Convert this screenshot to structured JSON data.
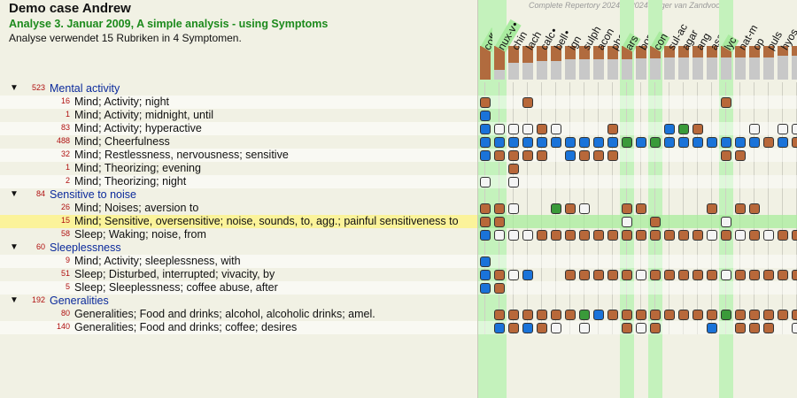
{
  "header": {
    "title": "Demo case Andrew",
    "subtitle": "Analyse 3. Januar 2009, A simple analysis - using Symptoms",
    "subinfo": "Analyse verwendet 15 Rubriken in 4 Symptomen.",
    "copyright": "Complete Repertory 2024 © 2024 Roger van Zandvoort"
  },
  "icons": {
    "collapse": "collapse-triangle-icon",
    "remedy_marker": "remedy-degree-square-icon"
  },
  "colors": {
    "degree_brown": "#b8683a",
    "degree_blue": "#1a73d9",
    "degree_green": "#3a9a3a",
    "degree_white": "#f4f4f4",
    "column_highlight": "#c4f2bc",
    "row_highlight": "#fbf39a",
    "group_label": "#0b2a9c",
    "count": "#b01010",
    "subtitle": "#1c8a1c"
  },
  "remedies": [
    {
      "name": "coff",
      "mark": "•",
      "highlight": true,
      "bar": 1.0
    },
    {
      "name": "nux-v",
      "mark": "•",
      "highlight": true,
      "bar": 0.72
    },
    {
      "name": "chin",
      "mark": "",
      "highlight": false,
      "bar": 0.5
    },
    {
      "name": "lach",
      "mark": "",
      "highlight": false,
      "bar": 0.5
    },
    {
      "name": "calc",
      "mark": "•",
      "highlight": false,
      "bar": 0.45
    },
    {
      "name": "bell",
      "mark": "•",
      "highlight": false,
      "bar": 0.45
    },
    {
      "name": "ign",
      "mark": "",
      "highlight": false,
      "bar": 0.4
    },
    {
      "name": "sulph",
      "mark": "",
      "highlight": false,
      "bar": 0.4
    },
    {
      "name": "acon",
      "mark": "",
      "highlight": false,
      "bar": 0.4
    },
    {
      "name": "phos",
      "mark": "",
      "highlight": false,
      "bar": 0.4
    },
    {
      "name": "ars",
      "mark": "",
      "highlight": true,
      "bar": 0.4
    },
    {
      "name": "bor",
      "mark": "",
      "highlight": false,
      "bar": 0.38
    },
    {
      "name": "con",
      "mark": "",
      "highlight": true,
      "bar": 0.38
    },
    {
      "name": "sul-ac",
      "mark": "",
      "highlight": false,
      "bar": 0.35
    },
    {
      "name": "agar",
      "mark": "",
      "highlight": false,
      "bar": 0.35
    },
    {
      "name": "ang",
      "mark": "",
      "highlight": false,
      "bar": 0.35
    },
    {
      "name": "asar",
      "mark": "",
      "highlight": false,
      "bar": 0.35
    },
    {
      "name": "lyc",
      "mark": "",
      "highlight": true,
      "bar": 0.33
    },
    {
      "name": "nat-m",
      "mark": "",
      "highlight": false,
      "bar": 0.33
    },
    {
      "name": "op",
      "mark": "",
      "highlight": false,
      "bar": 0.33
    },
    {
      "name": "puls",
      "mark": "",
      "highlight": false,
      "bar": 0.33
    },
    {
      "name": "hyos",
      "mark": "",
      "highlight": false,
      "bar": 0.3
    },
    {
      "name": "",
      "mark": "",
      "highlight": false,
      "bar": 0.3
    }
  ],
  "rows": [
    {
      "kind": "group",
      "count": "523",
      "label": "Mental activity",
      "cells": ""
    },
    {
      "kind": "rubric",
      "count": "16",
      "label": "Mind; Activity; night",
      "cells": "b..b.............b....."
    },
    {
      "kind": "rubric",
      "count": "1",
      "label": "Mind; Activity; midnight, until",
      "cells": "c......................"
    },
    {
      "kind": "rubric",
      "count": "83",
      "label": "Mind; Activity; hyperactive",
      "cells": "cwwwbw...b...cgb...w.ww"
    },
    {
      "kind": "rubric",
      "count": "488",
      "label": "Mind; Cheerfulness",
      "cells": "ccccccccccgcgcccccccbcb"
    },
    {
      "kind": "rubric",
      "count": "32",
      "label": "Mind; Restlessness, nervousness; sensitive",
      "cells": "cbbbb.cbbb.......bb...."
    },
    {
      "kind": "rubric",
      "count": "1",
      "label": "Mind; Theorizing; evening",
      "cells": "..b...................."
    },
    {
      "kind": "rubric",
      "count": "2",
      "label": "Mind; Theorizing; night",
      "cells": "w.w...................."
    },
    {
      "kind": "group",
      "count": "84",
      "label": "Sensitive to noise",
      "cells": ""
    },
    {
      "kind": "rubric",
      "count": "26",
      "label": "Mind; Noises; aversion to",
      "cells": "bbw..gbw..bb....b.bb..."
    },
    {
      "kind": "rubric",
      "count": "15",
      "label": "Mind; Sensitive, oversensitive; noise, sounds, to, agg.; painful sensitiveness to",
      "cells": "bb........w.b....w.....",
      "highlight": true
    },
    {
      "kind": "rubric",
      "count": "58",
      "label": "Sleep; Waking; noise, from",
      "cells": "cwwwbbbbbbbbbbbbwbwbwbb"
    },
    {
      "kind": "group",
      "count": "60",
      "label": "Sleeplessness",
      "cells": ""
    },
    {
      "kind": "rubric",
      "count": "9",
      "label": "Mind; Activity; sleeplessness, with",
      "cells": "c......................"
    },
    {
      "kind": "rubric",
      "count": "51",
      "label": "Sleep; Disturbed, interrupted; vivacity, by",
      "cells": "cbwc..bbbbbwbbbbbwbbbbb"
    },
    {
      "kind": "rubric",
      "count": "5",
      "label": "Sleep; Sleeplessness; coffee abuse, after",
      "cells": "cb....................."
    },
    {
      "kind": "group",
      "count": "192",
      "label": "Generalities",
      "cells": ""
    },
    {
      "kind": "rubric",
      "count": "80",
      "label": "Generalities; Food and drinks; alcohol, alcoholic drinks; amel.",
      "cells": ".bbbbbbgcbbbbbbbbgbbbbb"
    },
    {
      "kind": "rubric",
      "count": "140",
      "label": "Generalities; Food and drinks; coffee; desires",
      "cells": ".cbcbw.w..bwb...c.bbb.w"
    }
  ]
}
